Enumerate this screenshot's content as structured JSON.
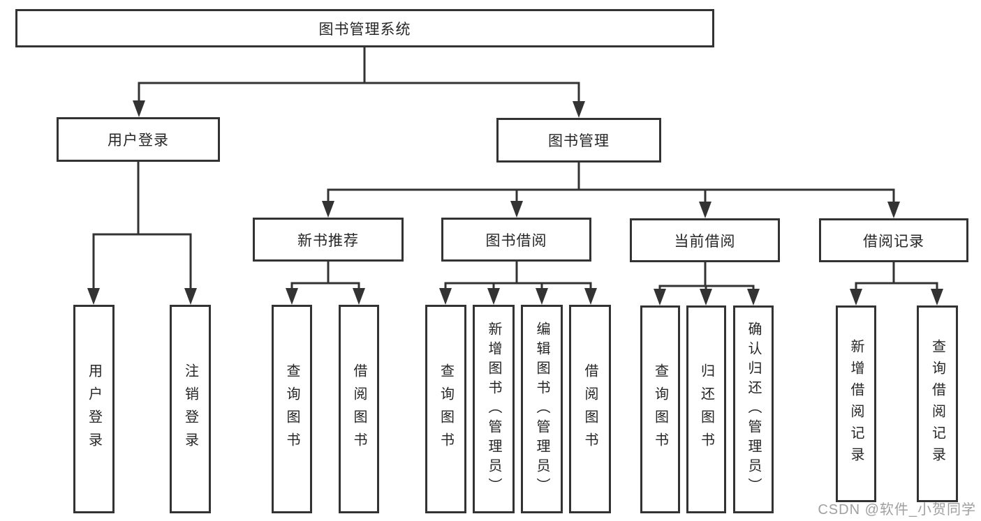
{
  "tree": {
    "root": {
      "label": "图书管理系统"
    },
    "level2": [
      {
        "label": "用户登录"
      },
      {
        "label": "图书管理"
      }
    ],
    "level3": [
      {
        "label": "新书推荐",
        "parent": "图书管理"
      },
      {
        "label": "图书借阅",
        "parent": "图书管理"
      },
      {
        "label": "当前借阅",
        "parent": "图书管理"
      },
      {
        "label": "借阅记录",
        "parent": "图书管理"
      }
    ],
    "leaves": [
      {
        "label": "用户登录",
        "parent": "用户登录"
      },
      {
        "label": "注销登录",
        "parent": "用户登录"
      },
      {
        "label": "查询图书",
        "parent": "新书推荐"
      },
      {
        "label": "借阅图书",
        "parent": "新书推荐"
      },
      {
        "label": "查询图书",
        "parent": "图书借阅"
      },
      {
        "label": "新增图书（管理员）",
        "parent": "图书借阅"
      },
      {
        "label": "编辑图书（管理员）",
        "parent": "图书借阅"
      },
      {
        "label": "借阅图书",
        "parent": "图书借阅"
      },
      {
        "label": "查询图书",
        "parent": "当前借阅"
      },
      {
        "label": "归还图书",
        "parent": "当前借阅"
      },
      {
        "label": "确认归还（管理员）",
        "parent": "当前借阅"
      },
      {
        "label": "新增借阅记录",
        "parent": "借阅记录"
      },
      {
        "label": "查询借阅记录",
        "parent": "借阅记录"
      }
    ]
  },
  "watermark": {
    "text": "CSDN @软件_小贺同学",
    "color": "#a0a0a0"
  },
  "colors": {
    "line": "#333333",
    "box_border": "#333333",
    "text": "#262626",
    "background": "#ffffff"
  }
}
